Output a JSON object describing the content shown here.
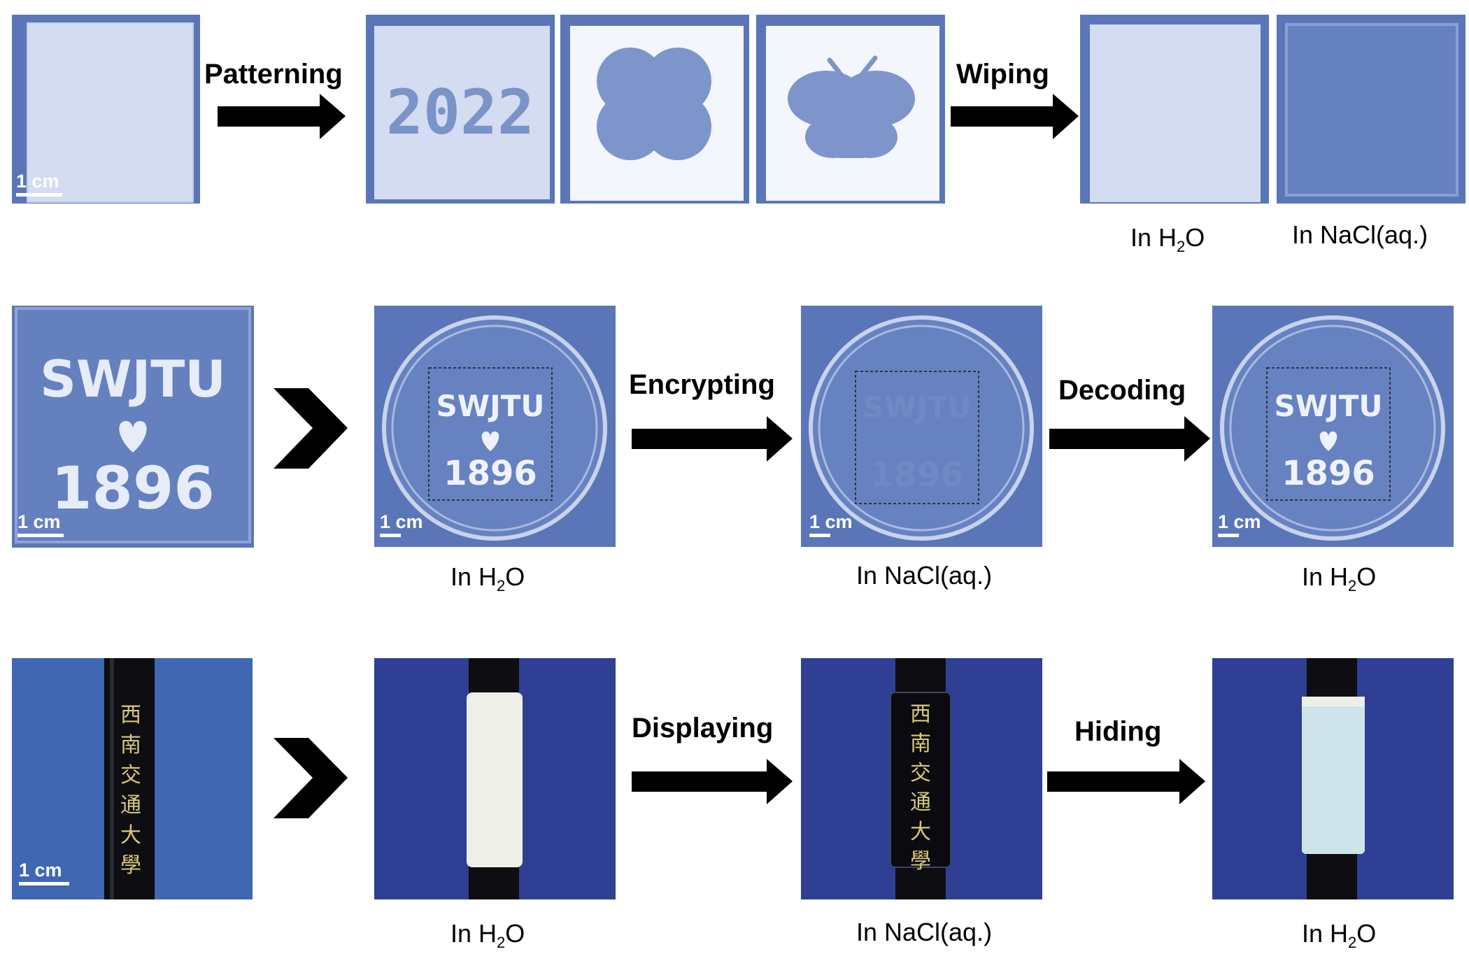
{
  "figure": {
    "scale_bar": "1 cm",
    "colors": {
      "photo_blue": "#5a76b8",
      "row3_blue_left": "#3f67b2",
      "row3_blue": "#2f3f93",
      "film_white": "#eef2fb",
      "arrow": "#000000"
    },
    "row1": {
      "steps": {
        "patterning": "Patterning",
        "wiping": "Wiping"
      },
      "patterns": [
        "2022"
      ],
      "captions": {
        "h2o": "In H",
        "h2o_sub": "2",
        "h2o_end": "O",
        "nacl": "In NaCl(aq.)"
      }
    },
    "row2": {
      "text": {
        "word": "SWJTU",
        "year": "1896"
      },
      "steps": {
        "encrypting": "Encrypting",
        "decoding": "Decoding"
      },
      "captions": {
        "c1": {
          "pre": "In H",
          "sub": "2",
          "post": "O"
        },
        "c2": "In NaCl(aq.)",
        "c3": {
          "pre": "In H",
          "sub": "2",
          "post": "O"
        }
      }
    },
    "row3": {
      "calligraphy": [
        "西",
        "南",
        "交",
        "通",
        "大",
        "學"
      ],
      "steps": {
        "displaying": "Displaying",
        "hiding": "Hiding"
      },
      "captions": {
        "c1": {
          "pre": "In H",
          "sub": "2",
          "post": "O"
        },
        "c2": "In NaCl(aq.)",
        "c3": {
          "pre": "In H",
          "sub": "2",
          "post": "O"
        }
      }
    }
  }
}
